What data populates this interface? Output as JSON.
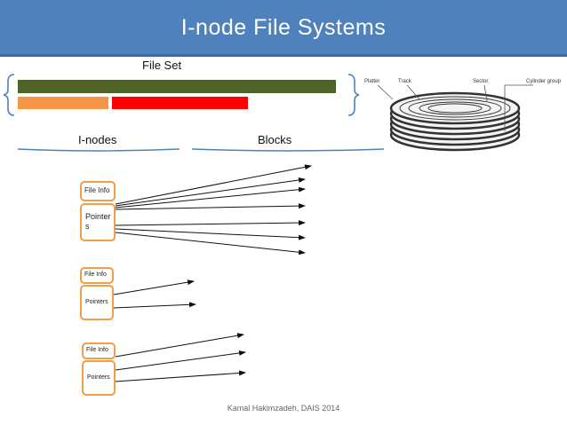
{
  "title": "I-node File Systems",
  "file_set_label": "File Set",
  "inodes_label": "I-nodes",
  "blocks_label": "Blocks",
  "inode_groups": [
    {
      "file_info": "File Info",
      "pointers": "Pointer\ns"
    },
    {
      "file_info": "File Info",
      "pointers": "Pointers"
    },
    {
      "file_info": "File Info",
      "pointers": "Pointers"
    }
  ],
  "disk_labels": {
    "platter": "Platter",
    "track": "Track",
    "sector": "Sector",
    "cylinder_group": "Cylinder group"
  },
  "footer": "Kamal Hakimzadeh, DAIS 2014",
  "colors": {
    "title_bg": "#4f81bd",
    "green_bar": "#4f6228",
    "orange_bar": "#f79646",
    "red_bar": "#ff0000",
    "node_border": "#f39c4a",
    "brace": "#4f81bd"
  }
}
